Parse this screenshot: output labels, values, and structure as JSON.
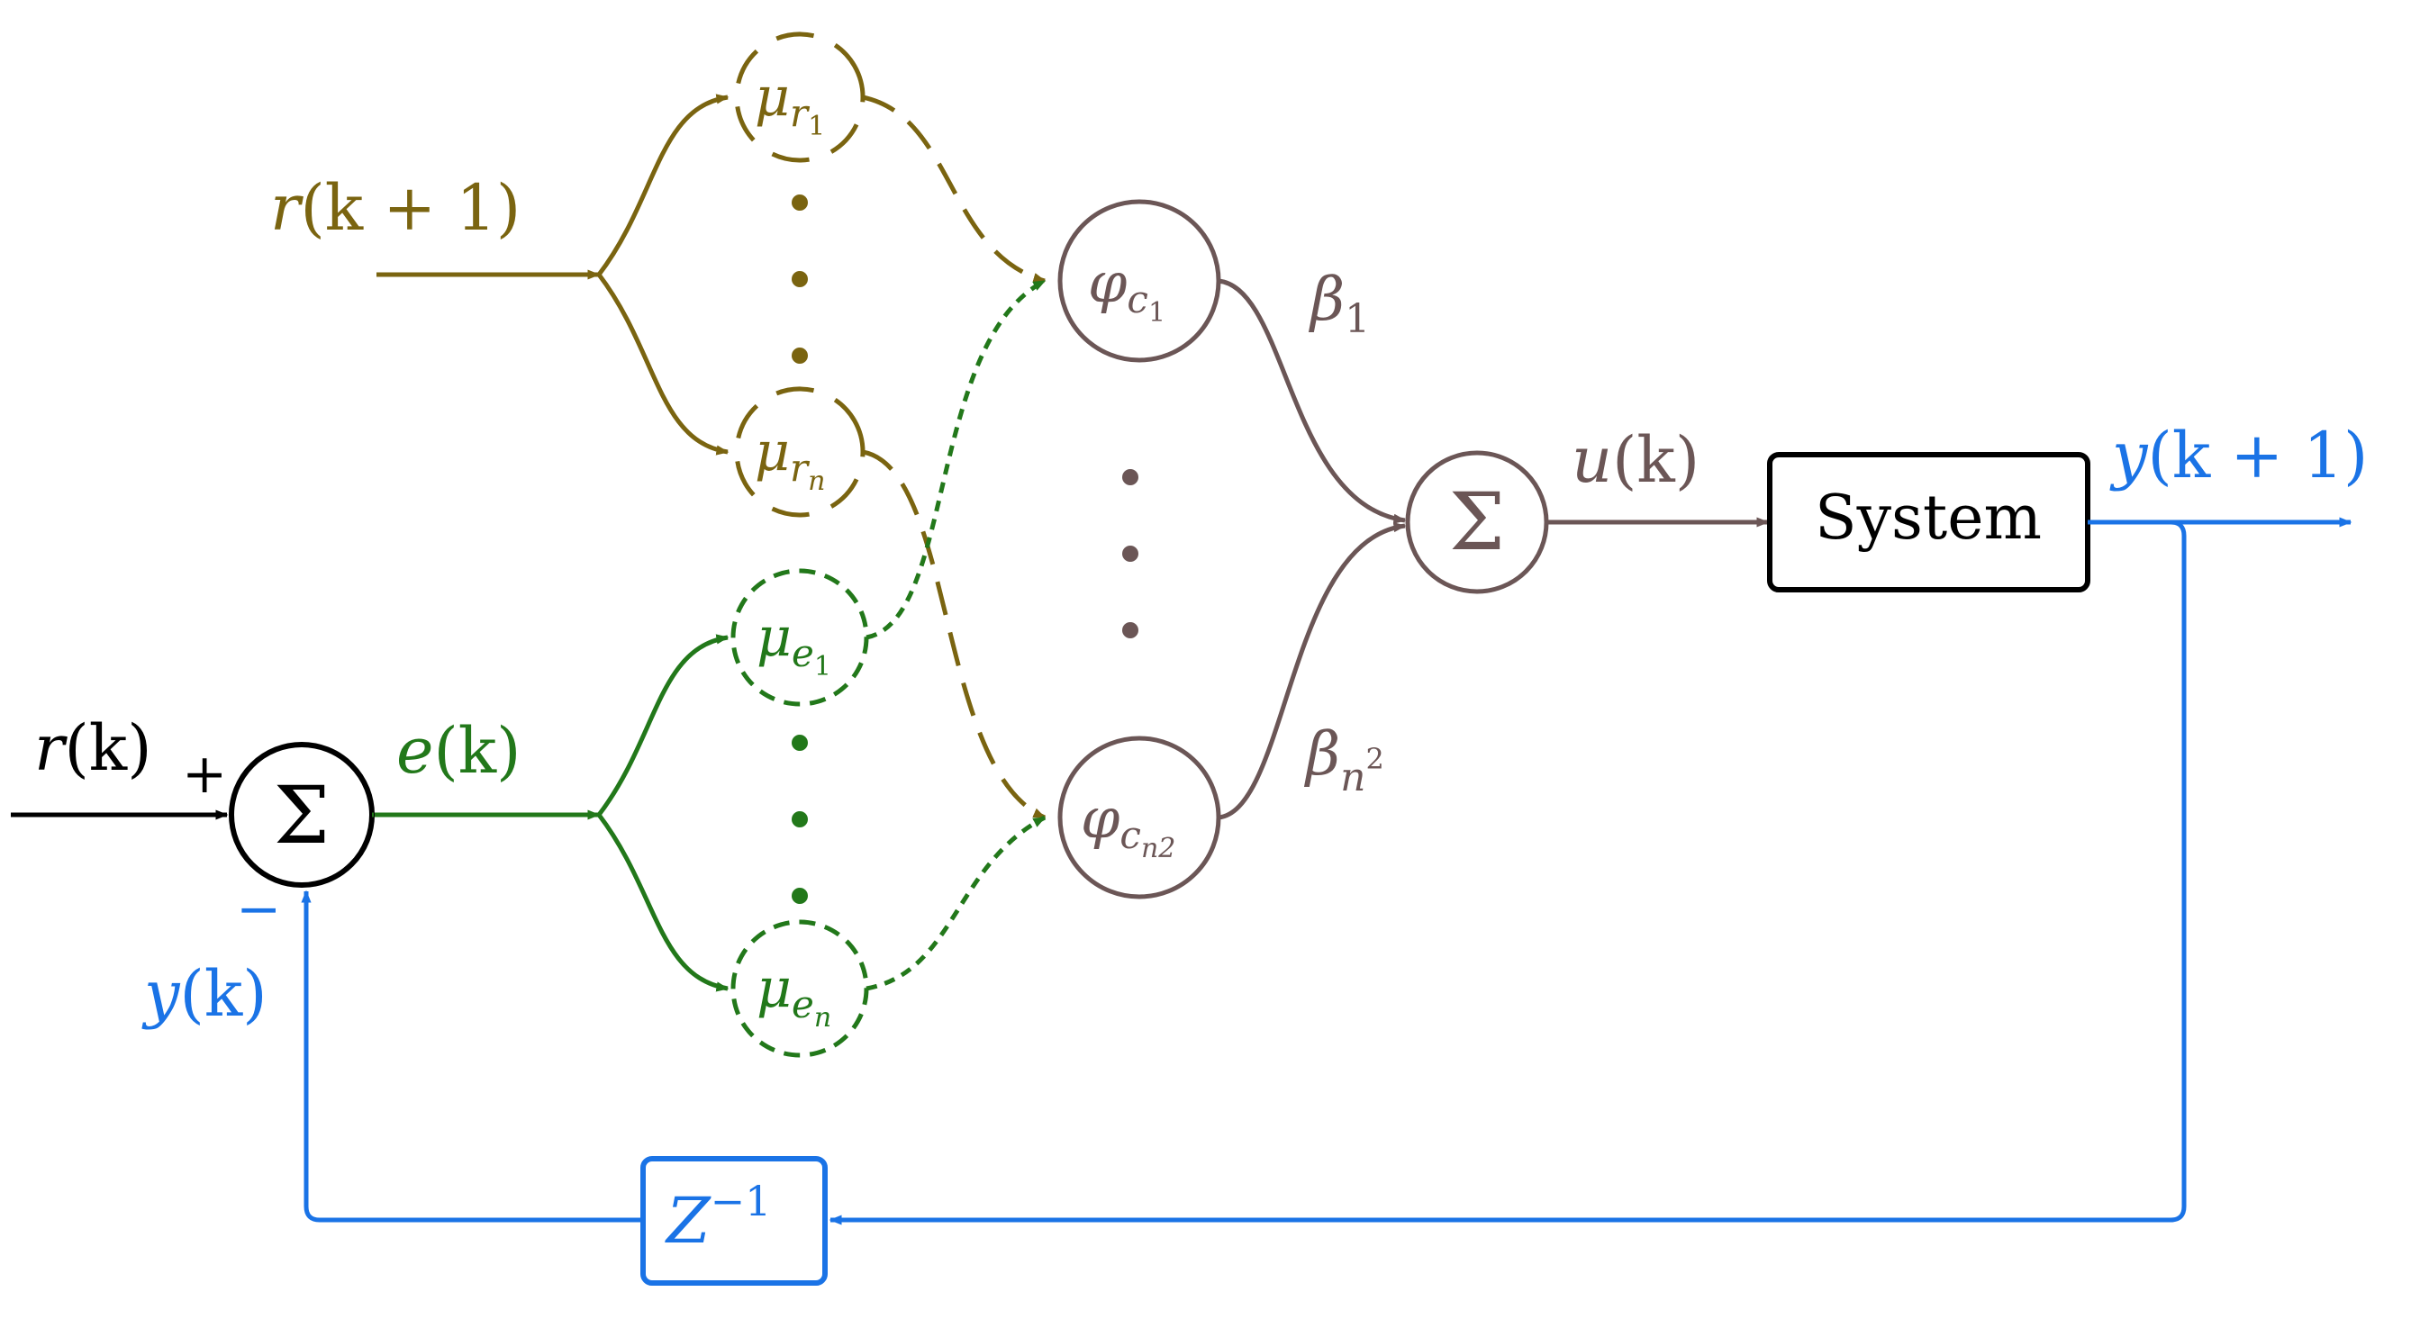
{
  "colors": {
    "olive": "#7a6410",
    "green": "#22781a",
    "brown": "#6b5656",
    "blue": "#1a73e6",
    "black": "#000000"
  },
  "signals": {
    "reference_next": {
      "base": "r",
      "arg": "(k + 1)"
    },
    "reference": {
      "base": "r",
      "arg": "(k)"
    },
    "error": {
      "base": "e",
      "arg": "(k)"
    },
    "control": {
      "base": "u",
      "arg": "(k)"
    },
    "output_next": {
      "base": "y",
      "arg": "(k + 1)"
    },
    "output": {
      "base": "y",
      "arg": "(k)"
    }
  },
  "summing_junction": {
    "symbol": "Σ",
    "plus_sign": "+",
    "minus_sign": "−"
  },
  "output_sum": {
    "symbol": "Σ"
  },
  "mf_reference": {
    "first": {
      "base": "μ",
      "sub": "r",
      "subsub": "1"
    },
    "last": {
      "base": "μ",
      "sub": "r",
      "subsub": "n"
    }
  },
  "mf_error": {
    "first": {
      "base": "μ",
      "sub": "e",
      "subsub": "1"
    },
    "last": {
      "base": "μ",
      "sub": "e",
      "subsub": "n"
    }
  },
  "rules": {
    "first": {
      "base": "φ",
      "sub": "c",
      "subsub": "1"
    },
    "last": {
      "base": "φ",
      "sub": "c",
      "subsub": "n2"
    }
  },
  "weights": {
    "first": {
      "base": "β",
      "sub": "1"
    },
    "last": {
      "base": "β",
      "sub": "n",
      "sup": "2"
    }
  },
  "plant": {
    "label": "System"
  },
  "delay": {
    "base": "Z",
    "sup": "−1"
  }
}
